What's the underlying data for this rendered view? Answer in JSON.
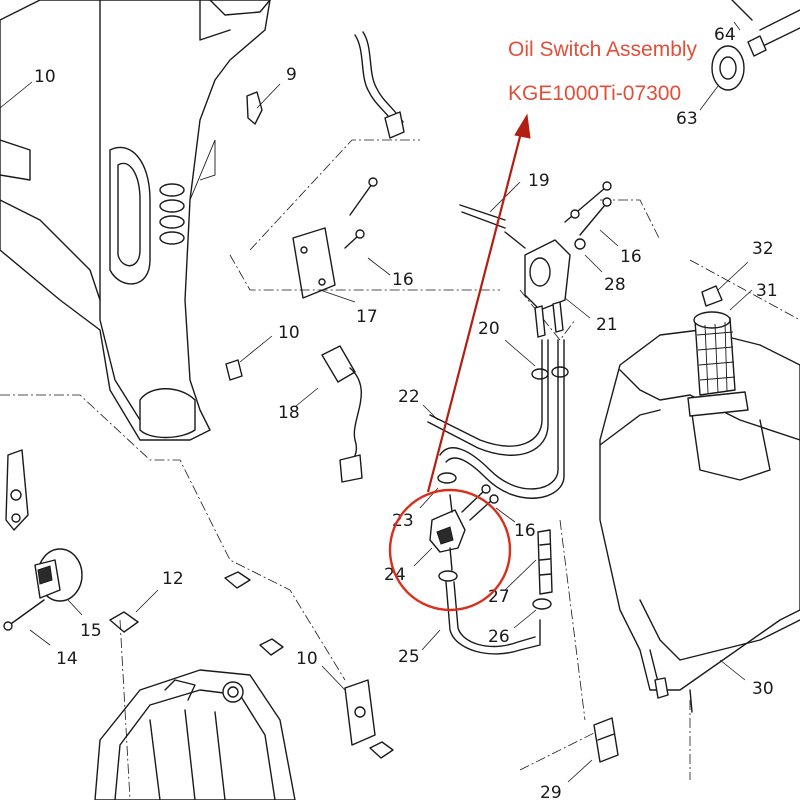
{
  "callout": {
    "title": "Oil Switch Assembly",
    "part_code": "KGE1000Ti-07300",
    "color": "#e0503a"
  },
  "part_numbers": {
    "p9": "9",
    "p10a": "10",
    "p10b": "10",
    "p10c": "10",
    "p12": "12",
    "p14": "14",
    "p15": "15",
    "p16a": "16",
    "p16b": "16",
    "p16c": "16",
    "p17": "17",
    "p18": "18",
    "p19": "19",
    "p20": "20",
    "p21": "21",
    "p22": "22",
    "p23": "23",
    "p24": "24",
    "p25": "25",
    "p26": "26",
    "p27": "27",
    "p28": "28",
    "p29": "29",
    "p30": "30",
    "p31": "31",
    "p32": "32",
    "p63": "63",
    "p64": "64"
  }
}
